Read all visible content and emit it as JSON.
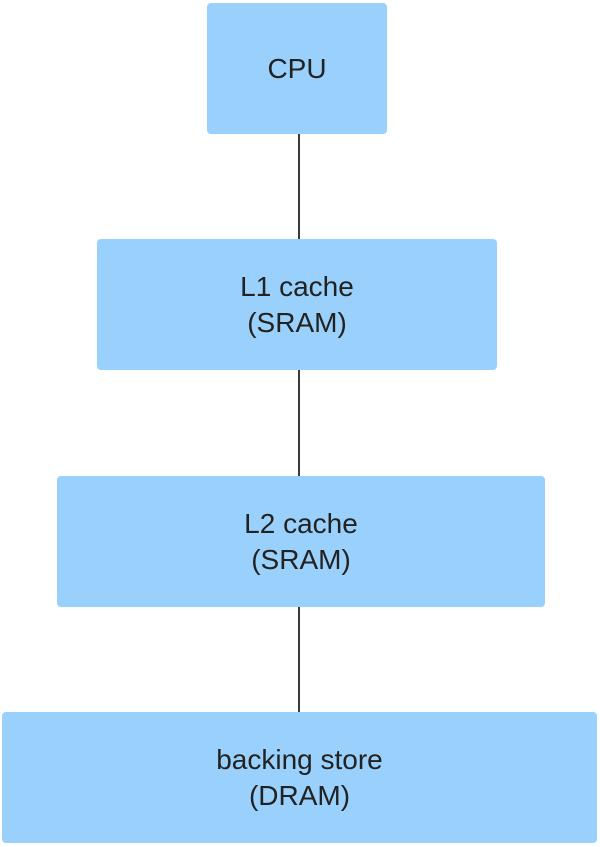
{
  "diagram": {
    "nodes": [
      {
        "id": "cpu",
        "lines": [
          "CPU"
        ]
      },
      {
        "id": "l1",
        "lines": [
          "L1 cache",
          "(SRAM)"
        ]
      },
      {
        "id": "l2",
        "lines": [
          "L2 cache",
          "(SRAM)"
        ]
      },
      {
        "id": "store",
        "lines": [
          "backing store",
          "(DRAM)"
        ]
      }
    ],
    "edges": [
      {
        "from": "cpu",
        "to": "l1"
      },
      {
        "from": "l1",
        "to": "l2"
      },
      {
        "from": "l2",
        "to": "store"
      }
    ],
    "colors": {
      "node_fill": "#99d1fc",
      "text": "#222222",
      "connector": "#3a3a3a"
    }
  }
}
